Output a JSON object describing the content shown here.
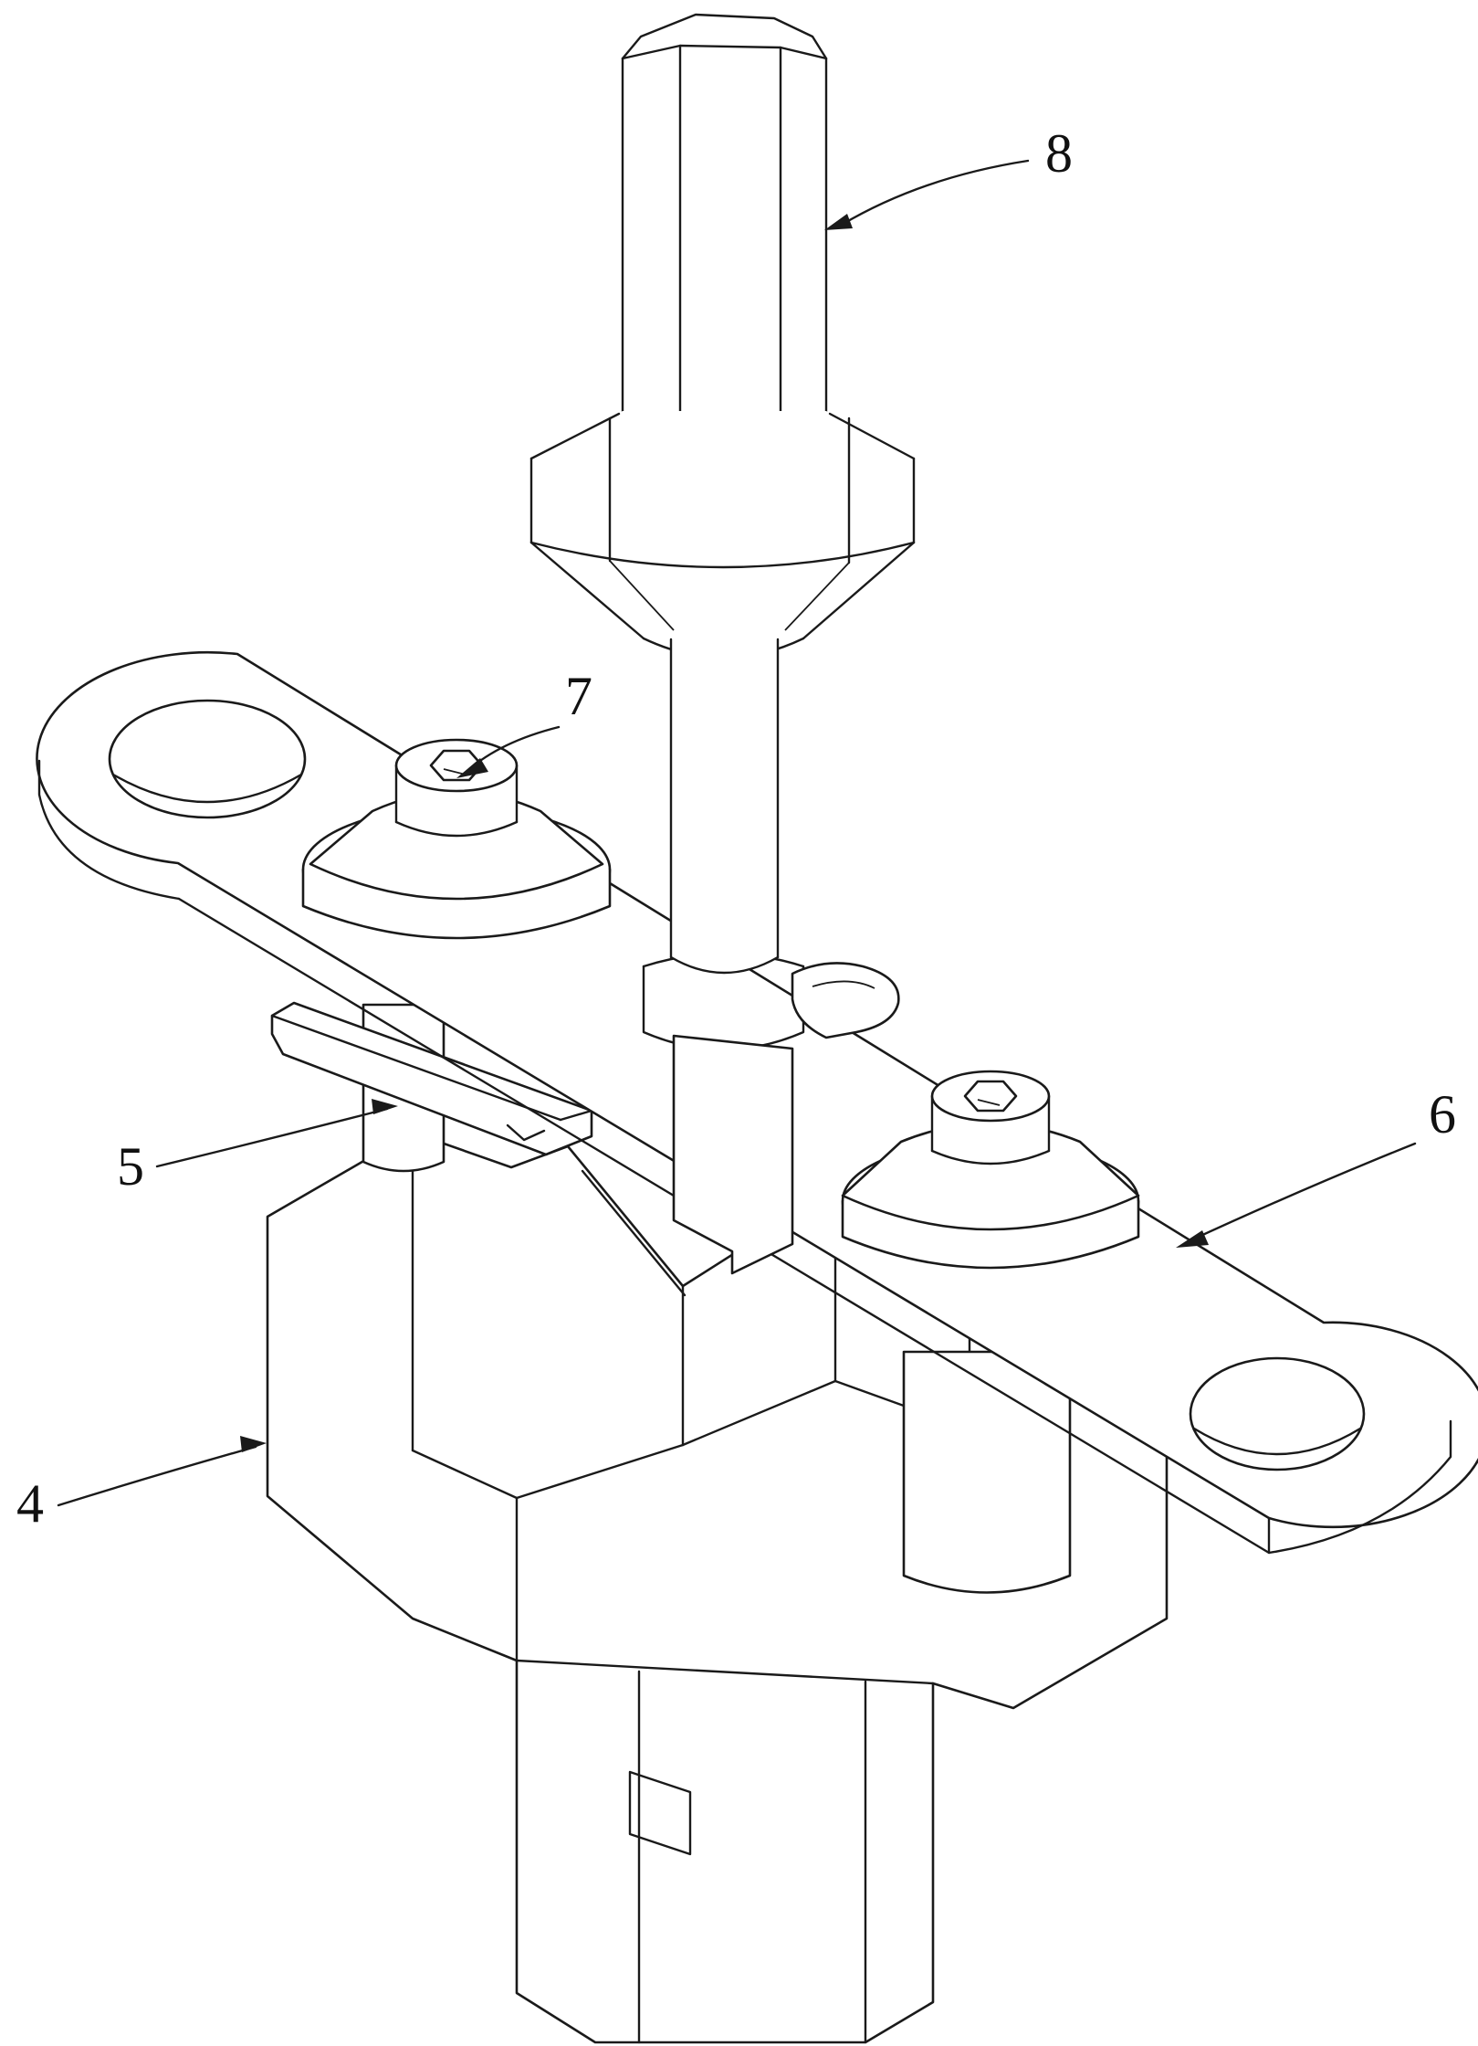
{
  "figure": {
    "background_color": "#ffffff",
    "line_color": "#1a1a1a",
    "callouts": [
      {
        "id": "callout-4",
        "label": "4"
      },
      {
        "id": "callout-5",
        "label": "5"
      },
      {
        "id": "callout-6",
        "label": "6"
      },
      {
        "id": "callout-7",
        "label": "7"
      },
      {
        "id": "callout-8",
        "label": "8"
      }
    ]
  }
}
